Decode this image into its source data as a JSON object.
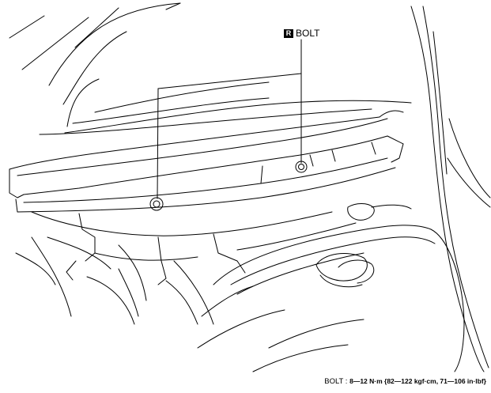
{
  "callout": {
    "badge": "R",
    "label": "BOLT"
  },
  "spec": {
    "name": "BOLT",
    "separator": " : ",
    "value": "8—12 N·m {82—122 kgf·cm, 71—106 in·lbf}"
  }
}
